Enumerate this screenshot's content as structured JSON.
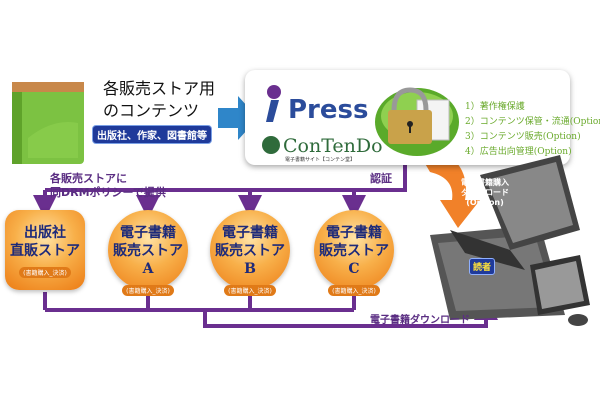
{
  "source": {
    "title_line1": "各販売ストア用",
    "title_line2": "のコンテンツ",
    "badge": "出版社、作家、図書館等"
  },
  "platform": {
    "ipress_label": "Press",
    "contendo_label": "ConTenDo",
    "contendo_sub": "電子書籍サイト【コンテン堂】",
    "features": [
      "1）著作権保護",
      "2）コンテンツ保管・流通(Option)",
      "3）コンテンツ販売(Option)",
      "4）広告出向管理(Option)"
    ]
  },
  "labels": {
    "drm_line1": "各販売ストアに",
    "drm_line2": "同DRMポリシーで提供",
    "auth": "認証",
    "purchase_dl": [
      "電子書籍購入",
      "ダウンロード",
      "(Option)"
    ],
    "reader": "読者",
    "ebook_download": "電子書籍ダウンロード"
  },
  "stores": [
    {
      "line1": "出版社",
      "line2": "直販ストア",
      "sub": "(書籍購入_決済)"
    },
    {
      "line1": "電子書籍",
      "line2": "販売ストアA",
      "sub": "(書籍購入_決済)"
    },
    {
      "line1": "電子書籍",
      "line2": "販売ストアB",
      "sub": "(書籍購入_決済)"
    },
    {
      "line1": "電子書籍",
      "line2": "販売ストアC",
      "sub": "(書籍購入_決済)"
    }
  ],
  "colors": {
    "purple": "#6a2f8f",
    "orange": "#f07a1e",
    "green": "#6cb52c",
    "navy": "#1f3a9a"
  }
}
